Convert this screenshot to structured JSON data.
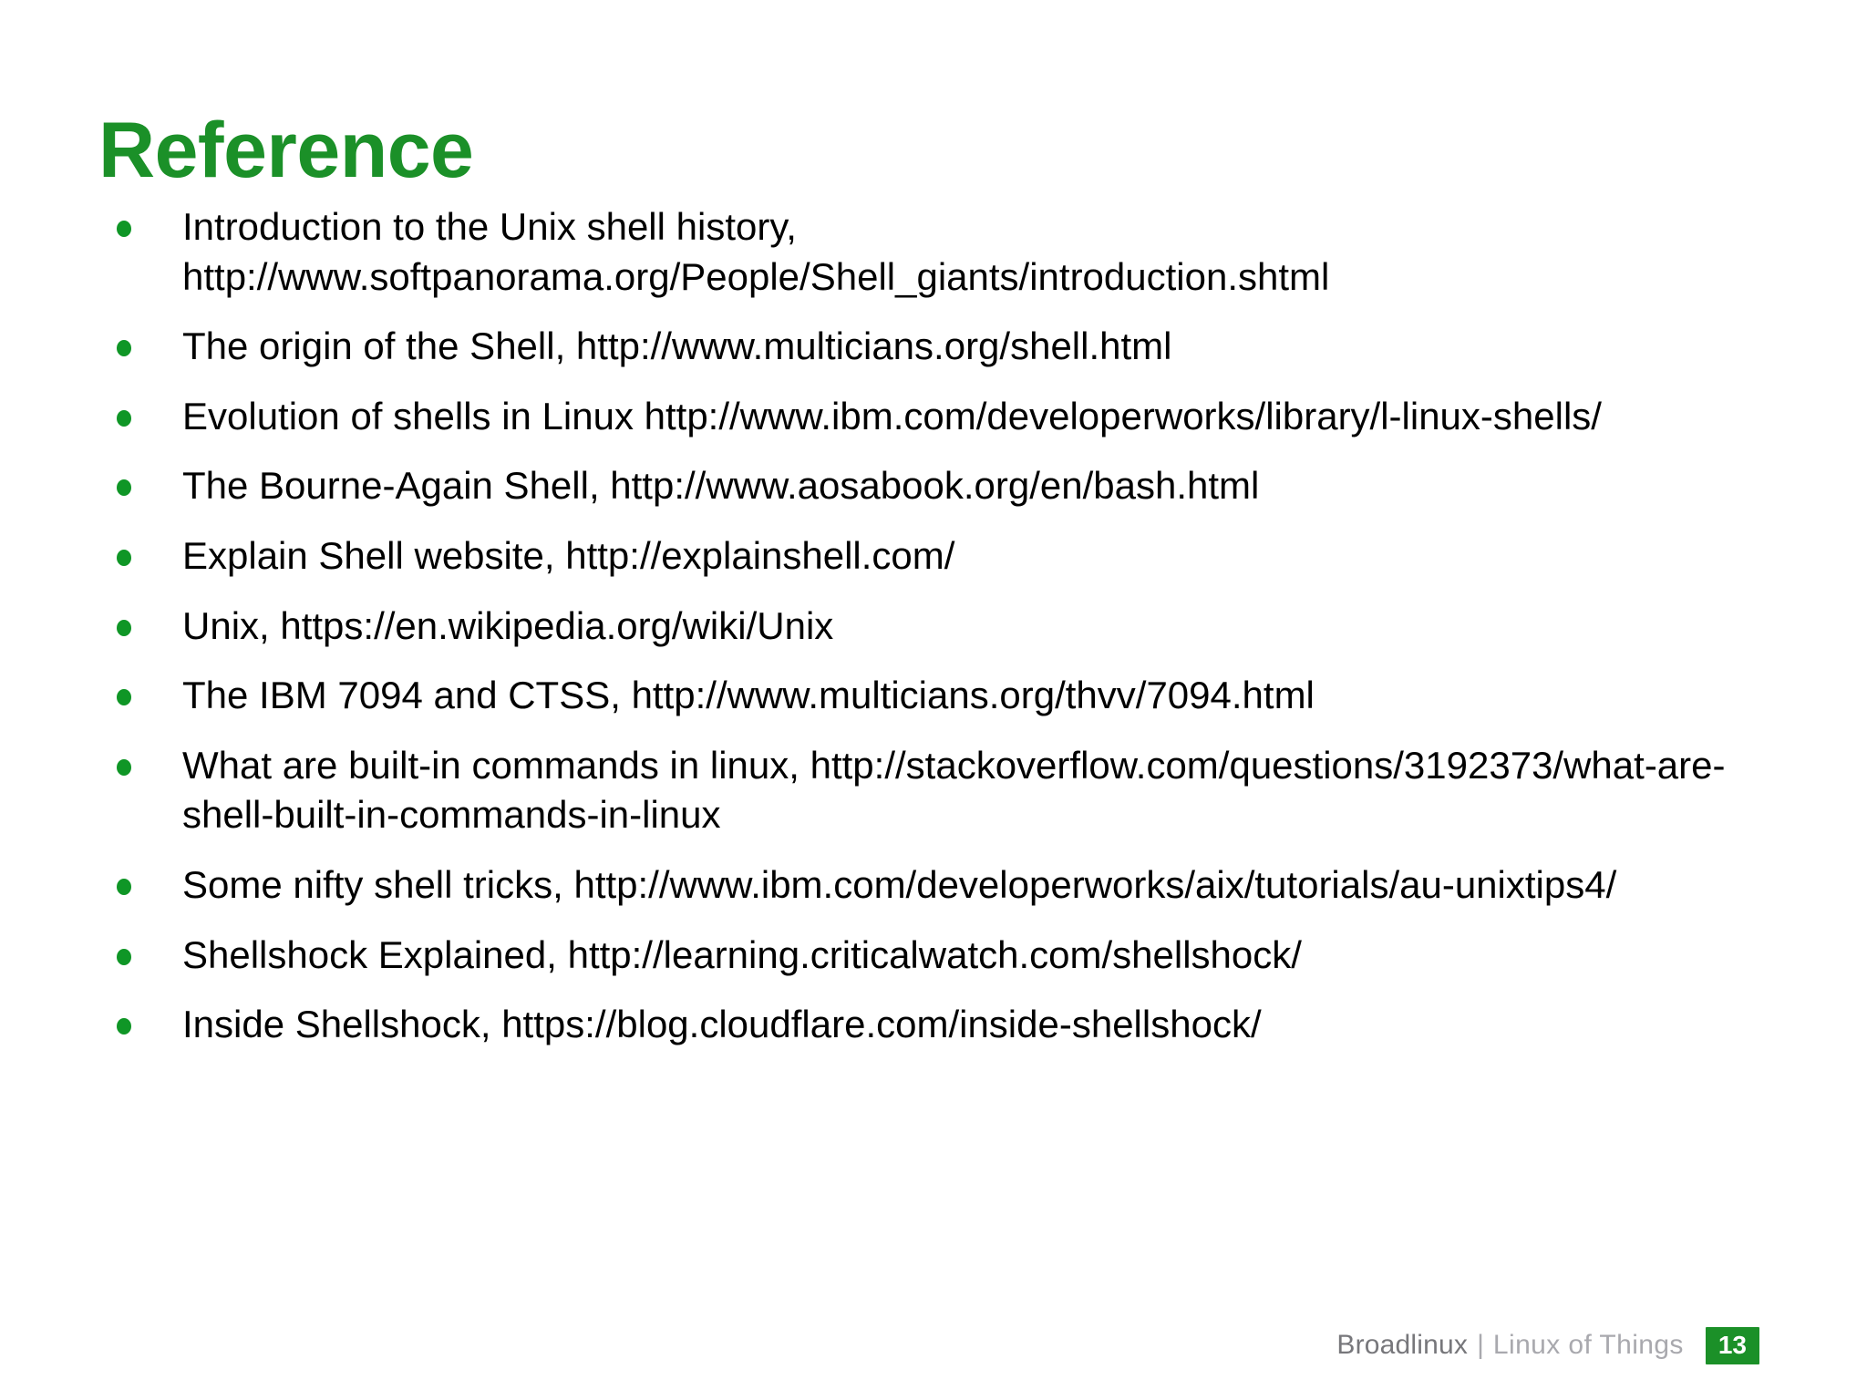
{
  "slide": {
    "title": "Reference",
    "title_color": "#1b9028",
    "background_color": "#ffffff",
    "bullet_color": "#0f9626",
    "text_color": "#000000"
  },
  "bullets": [
    {
      "text": "Introduction to the Unix shell history, http://www.softpanorama.org/People/Shell_giants/introduction.shtml"
    },
    {
      "text": "The origin of the Shell, http://www.multicians.org/shell.html"
    },
    {
      "text": "Evolution of shells in Linux http://www.ibm.com/developerworks/library/l-linux-shells/"
    },
    {
      "text": "The Bourne-Again Shell, http://www.aosabook.org/en/bash.html"
    },
    {
      "text": "Explain Shell website, http://explainshell.com/"
    },
    {
      "text": "Unix, https://en.wikipedia.org/wiki/Unix"
    },
    {
      "text": "The IBM 7094 and CTSS, http://www.multicians.org/thvv/7094.html"
    },
    {
      "text": "What are built-in commands in linux, http://stackoverflow.com/questions/3192373/what-are-shell-built-in-commands-in-linux"
    },
    {
      "text": "Some nifty shell tricks, http://www.ibm.com/developerworks/aix/tutorials/au-unixtips4/"
    },
    {
      "text": "Shellshock Explained, http://learning.criticalwatch.com/shellshock/"
    },
    {
      "text": "Inside Shellshock, https://blog.cloudflare.com/inside-shellshock/"
    }
  ],
  "footer": {
    "brand": "Broadlinux",
    "separator": "|",
    "subtitle": "Linux of Things",
    "page_number": "13",
    "badge_color": "#1b9028"
  }
}
